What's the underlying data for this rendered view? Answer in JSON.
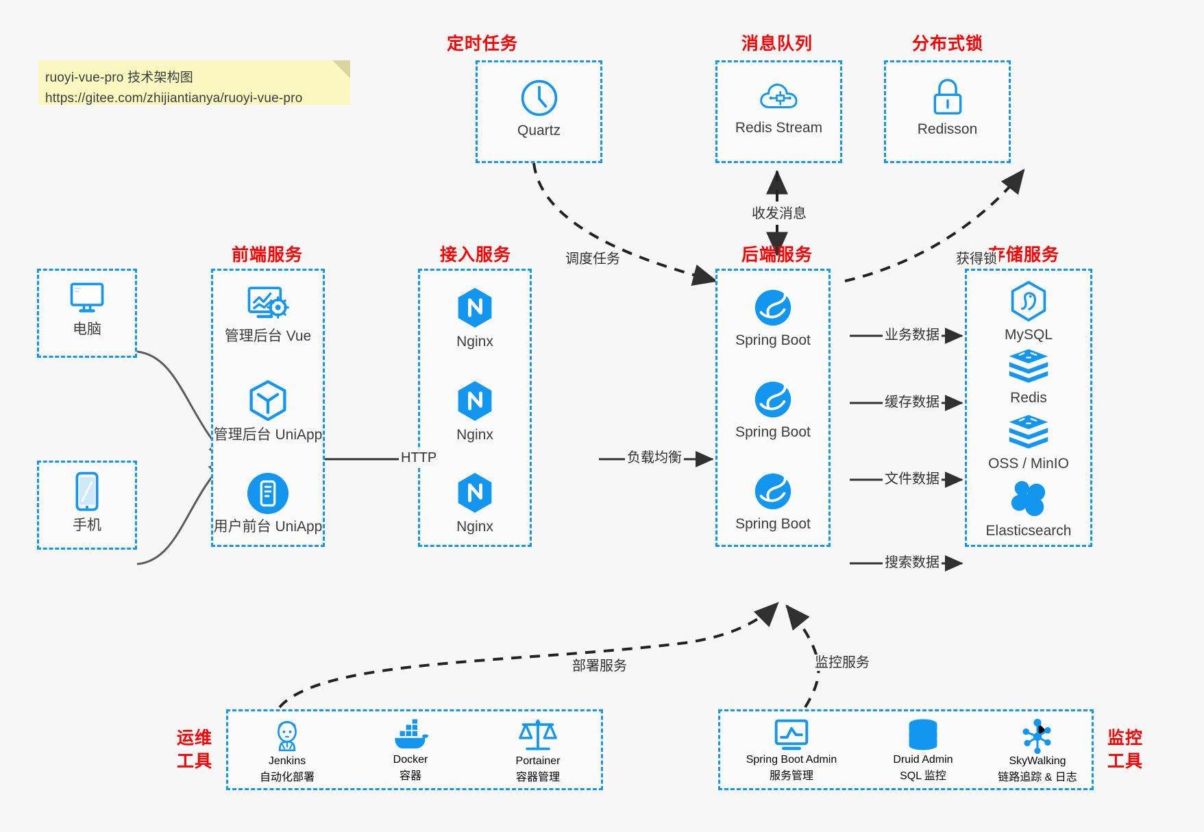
{
  "note": {
    "line1": "ruoyi-vue-pro 技术架构图",
    "line2": "https://gitee.com/zhijiantianya/ruoyi-vue-pro"
  },
  "colors": {
    "accent": "#1296f0",
    "title": "#ff0000",
    "text": "#3c3c3c",
    "background": "#f7f7f7",
    "note": "#fbf7c0",
    "edge": "#303030"
  },
  "groups": {
    "scheduled_task": {
      "title": "定时任务",
      "items": [
        {
          "label": "Quartz",
          "icon": "clock-icon"
        }
      ]
    },
    "message_queue": {
      "title": "消息队列",
      "items": [
        {
          "label": "Redis Stream",
          "icon": "cloud-stream-icon"
        }
      ]
    },
    "distributed_lock": {
      "title": "分布式锁",
      "items": [
        {
          "label": "Redisson",
          "icon": "lock-icon"
        }
      ]
    },
    "clients": {
      "items": [
        {
          "label": "电脑",
          "icon": "desktop-icon"
        },
        {
          "label": "手机",
          "icon": "phone-icon"
        }
      ]
    },
    "frontend": {
      "title": "前端服务",
      "items": [
        {
          "label": "管理后台 Vue",
          "icon": "dashboard-gear-icon"
        },
        {
          "label": "管理后台 UniApp",
          "icon": "cube-icon"
        },
        {
          "label": "用户前台 UniApp",
          "icon": "mobile-app-icon"
        }
      ]
    },
    "gateway": {
      "title": "接入服务",
      "items": [
        {
          "label": "Nginx",
          "icon": "nginx-icon"
        },
        {
          "label": "Nginx",
          "icon": "nginx-icon"
        },
        {
          "label": "Nginx",
          "icon": "nginx-icon"
        }
      ]
    },
    "backend": {
      "title": "后端服务",
      "items": [
        {
          "label": "Spring Boot",
          "icon": "spring-boot-icon"
        },
        {
          "label": "Spring Boot",
          "icon": "spring-boot-icon"
        },
        {
          "label": "Spring Boot",
          "icon": "spring-boot-icon"
        }
      ]
    },
    "storage": {
      "title": "存储服务",
      "items": [
        {
          "label": "MySQL",
          "icon": "mysql-icon"
        },
        {
          "label": "Redis",
          "icon": "redis-icon"
        },
        {
          "label": "OSS / MinIO",
          "icon": "oss-minio-icon"
        },
        {
          "label": "Elasticsearch",
          "icon": "elasticsearch-icon"
        }
      ]
    },
    "devops": {
      "title_line1": "运维",
      "title_line2": "工具",
      "items": [
        {
          "label": "Jenkins",
          "sub": "自动化部署",
          "icon": "jenkins-icon"
        },
        {
          "label": "Docker",
          "sub": "容器",
          "icon": "docker-icon"
        },
        {
          "label": "Portainer",
          "sub": "容器管理",
          "icon": "scales-icon"
        }
      ]
    },
    "monitor": {
      "title_line1": "监控",
      "title_line2": "工具",
      "items": [
        {
          "label": "Spring Boot Admin",
          "sub": "服务管理",
          "icon": "monitor-chart-icon"
        },
        {
          "label": "Druid Admin",
          "sub": "SQL 监控",
          "icon": "database-icon"
        },
        {
          "label": "SkyWalking",
          "sub": "链路追踪 & 日志",
          "icon": "skywalking-icon"
        }
      ]
    }
  },
  "edges": {
    "http": "HTTP",
    "load_balance": "负载均衡",
    "schedule_task": "调度任务",
    "send_receive_message": "收发消息",
    "acquire_lock": "获得锁",
    "business_data": "业务数据",
    "cache_data": "缓存数据",
    "file_data": "文件数据",
    "search_data": "搜索数据",
    "deploy_service": "部署服务",
    "monitor_service": "监控服务"
  }
}
